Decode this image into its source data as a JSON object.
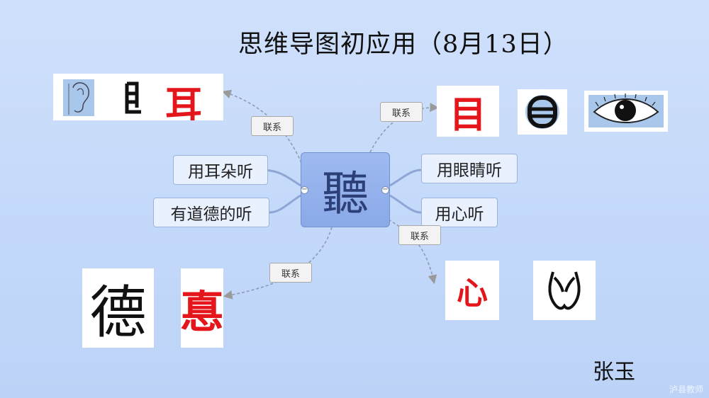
{
  "title": "思维导图初应用（8月13日）",
  "central_topic": "聽",
  "topics": {
    "ear": "用耳朵听",
    "virtue": "有道德的听",
    "eye": "用眼睛听",
    "heart": "用心听"
  },
  "relationship_label": "联系",
  "characters": {
    "ear": "耳",
    "eye": "目",
    "virtue_regular": "德",
    "virtue_variant": "惪",
    "heart": "心"
  },
  "author": "张玉",
  "watermark": "泸县教师",
  "colors": {
    "background": "#c8dcfa",
    "central_fill": "#8faeea",
    "glyph_red": "#e4161b"
  }
}
